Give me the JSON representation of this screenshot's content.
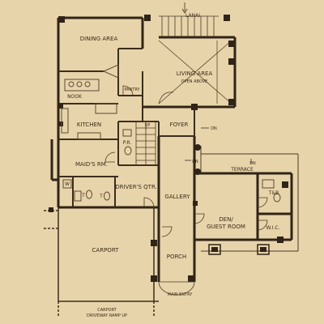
{
  "colors": {
    "background": "#e8d4aa",
    "wall": "#2f2417",
    "line": "#4a3a26",
    "fixture": "#5b4a33"
  },
  "rooms": {
    "lanai": "LANAI",
    "dining": "DINING AREA",
    "living": "LIVING AREA",
    "living_sub": "OPEN ABOVE",
    "pantry": "PANTRY",
    "nook": "NOOK",
    "kitchen": "KITCHEN",
    "pr": "P.R.",
    "foyer": "FOYER",
    "maids": "MAID'S RM.",
    "drivers": "DRIVER'S QTR.",
    "gallery": "GALLERY",
    "den": "DEN/",
    "den_sub": "GUEST ROOM",
    "terrace": "TERRACE",
    "tb": "T&B",
    "wic": "W.I.C.",
    "carport": "CARPORT",
    "porch": "PORCH"
  },
  "annotations": {
    "up": "UP",
    "dn_living": "DN",
    "dn_foyer": "DN",
    "dn_terrace": "DN",
    "w": "W",
    "t_maid": "T",
    "t_driver": "T",
    "main_entry": "MAIN ENTRY",
    "driveway_1": "CARPORT",
    "driveway_2": "DRIVEWAY RAMP UP"
  }
}
